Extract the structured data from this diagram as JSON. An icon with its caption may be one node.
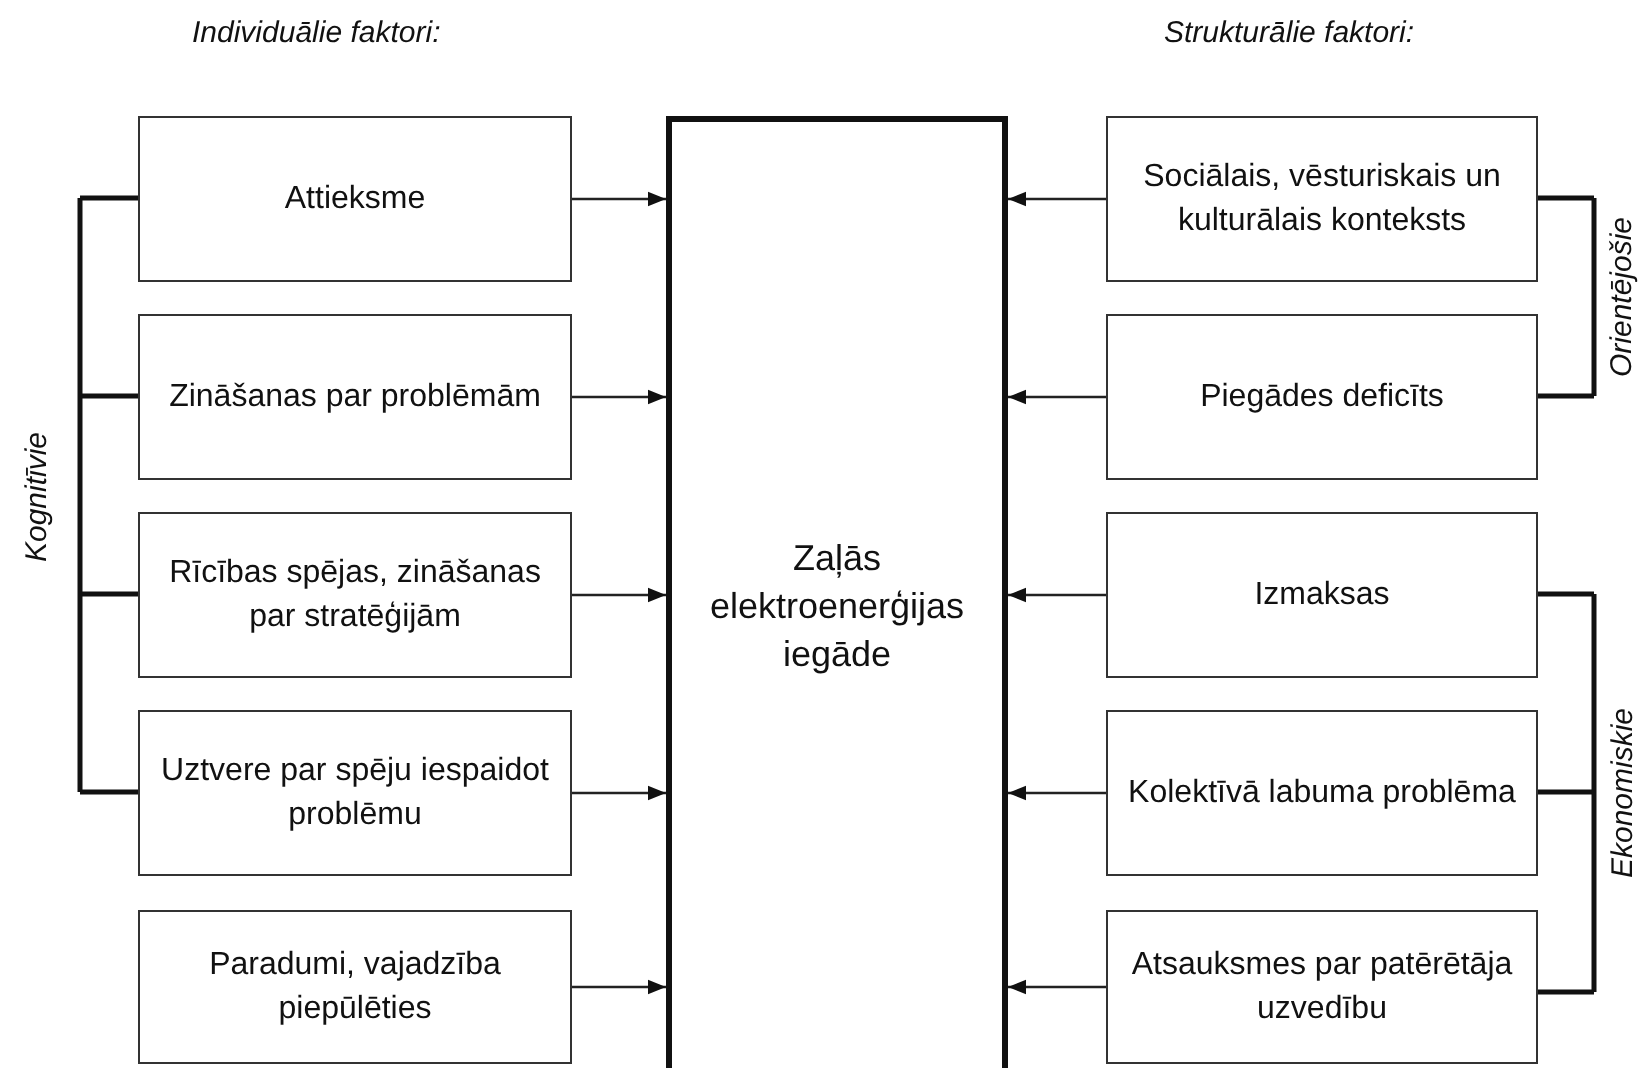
{
  "diagram": {
    "nodes": [
      {
        "text": [
          "Zaļās elektroenerģijas iegāde"
        ]
      },
      {
        "text": [
          "Attieksme"
        ]
      },
      {
        "text": [
          "Zināšanas par problēmām"
        ]
      },
      {
        "text": [
          "Rīcības spējas, zināšanas par stratēģijām"
        ]
      },
      {
        "text": [
          "Uztvere par spēju iespaidot problēmu"
        ]
      },
      {
        "text": [
          "Paradumi, vajadzība piepūlēties"
        ]
      },
      {
        "text": [
          "Sociālais, vēsturiskais un kulturālais konteksts"
        ]
      },
      {
        "text": [
          "Piegādes deficīts"
        ]
      },
      {
        "text": [
          "Izmaksas"
        ]
      },
      {
        "text": [
          "Kolektīvā labuma problēma"
        ]
      },
      {
        "text": [
          "Atsauksmes par patērētāja uzvedību"
        ]
      }
    ],
    "edges": [
      {
        "from": 1,
        "to": 0,
        "arrow": "to"
      },
      {
        "from": 2,
        "to": 0,
        "arrow": "to"
      },
      {
        "from": 3,
        "to": 0,
        "arrow": "to"
      },
      {
        "from": 4,
        "to": 0,
        "arrow": "to"
      },
      {
        "from": 5,
        "to": 0,
        "arrow": "to"
      },
      {
        "from": 6,
        "to": 0,
        "arrow": "to"
      },
      {
        "from": 7,
        "to": 0,
        "arrow": "to"
      },
      {
        "from": 8,
        "to": 0,
        "arrow": "to"
      },
      {
        "from": 9,
        "to": 0,
        "arrow": "to"
      },
      {
        "from": 10,
        "to": 0,
        "arrow": "to"
      }
    ],
    "labels": [
      "Individuālie faktori:",
      "Strukturālie faktori:",
      "Kognitīvie",
      "Orientējošie",
      "Ekonomiskie"
    ]
  }
}
